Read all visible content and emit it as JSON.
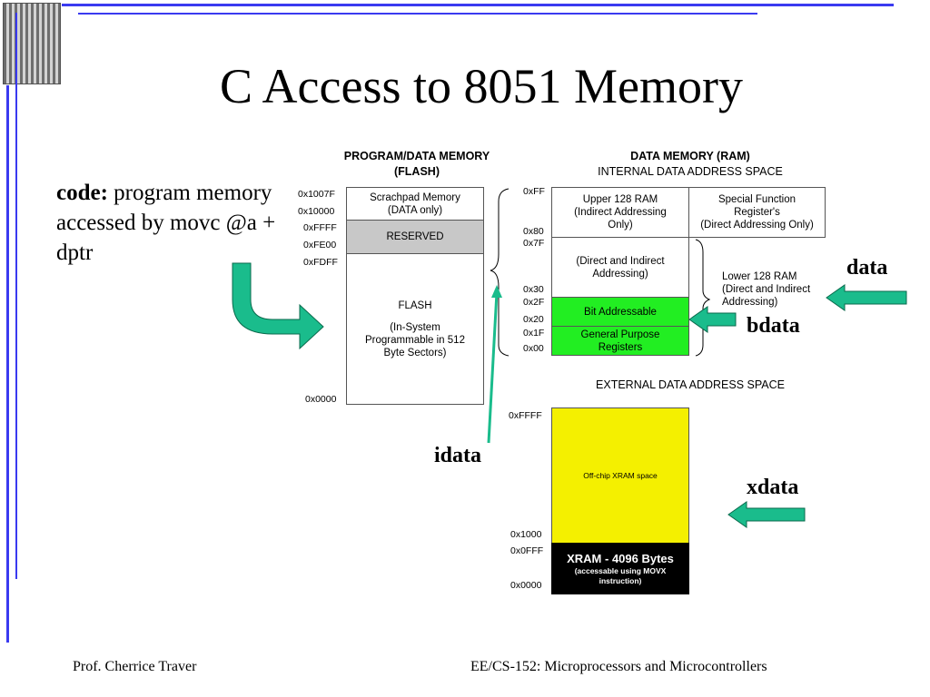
{
  "slide": {
    "title": "C Access to 8051 Memory",
    "code_keyword": "code:",
    "code_desc": "program memory accessed by movc @a + dptr",
    "footer_left": "Prof. Cherrice Traver",
    "footer_right": "EE/CS-152: Microprocessors and Microcontrollers",
    "labels": {
      "data": "data",
      "bdata": "bdata",
      "idata": "idata",
      "xdata": "xdata"
    },
    "accent_arrow_color": "#1abc8c",
    "frame_color": "#3a3af0"
  },
  "flash": {
    "title_line1": "PROGRAM/DATA MEMORY",
    "title_line2": "(FLASH)",
    "addresses": [
      "0x1007F",
      "0x10000",
      "0xFFFF",
      "0xFE00",
      "0xFDFF",
      "0x0000"
    ],
    "scratchpad": "Scrachpad Memory\n(DATA only)",
    "reserved": "RESERVED",
    "flash_main": "FLASH",
    "flash_desc": "(In-System\nProgrammable in 512\nByte Sectors)"
  },
  "ram": {
    "title": "DATA MEMORY (RAM)",
    "subtitle": "INTERNAL DATA  ADDRESS SPACE",
    "addresses": [
      "0xFF",
      "0x80",
      "0x7F",
      "0x30",
      "0x2F",
      "0x20",
      "0x1F",
      "0x00"
    ],
    "upper": "Upper 128 RAM\n(Indirect Addressing\nOnly)",
    "sfr": "Special Function\nRegister's\n(Direct Addressing Only)",
    "direct_indirect": "(Direct and Indirect\nAddressing)",
    "bit_addr": "Bit Addressable",
    "gp_regs": "General Purpose\nRegisters",
    "lower_note": "Lower 128 RAM\n(Direct and Indirect\nAddressing)"
  },
  "xram": {
    "title": "EXTERNAL DATA ADDRESS SPACE",
    "addresses": [
      "0xFFFF",
      "0x1000",
      "0x0FFF",
      "0x0000"
    ],
    "offchip": "Off-chip XRAM space",
    "xram_title": "XRAM - 4096 Bytes",
    "xram_desc": "(accessable using MOVX\ninstruction)"
  }
}
